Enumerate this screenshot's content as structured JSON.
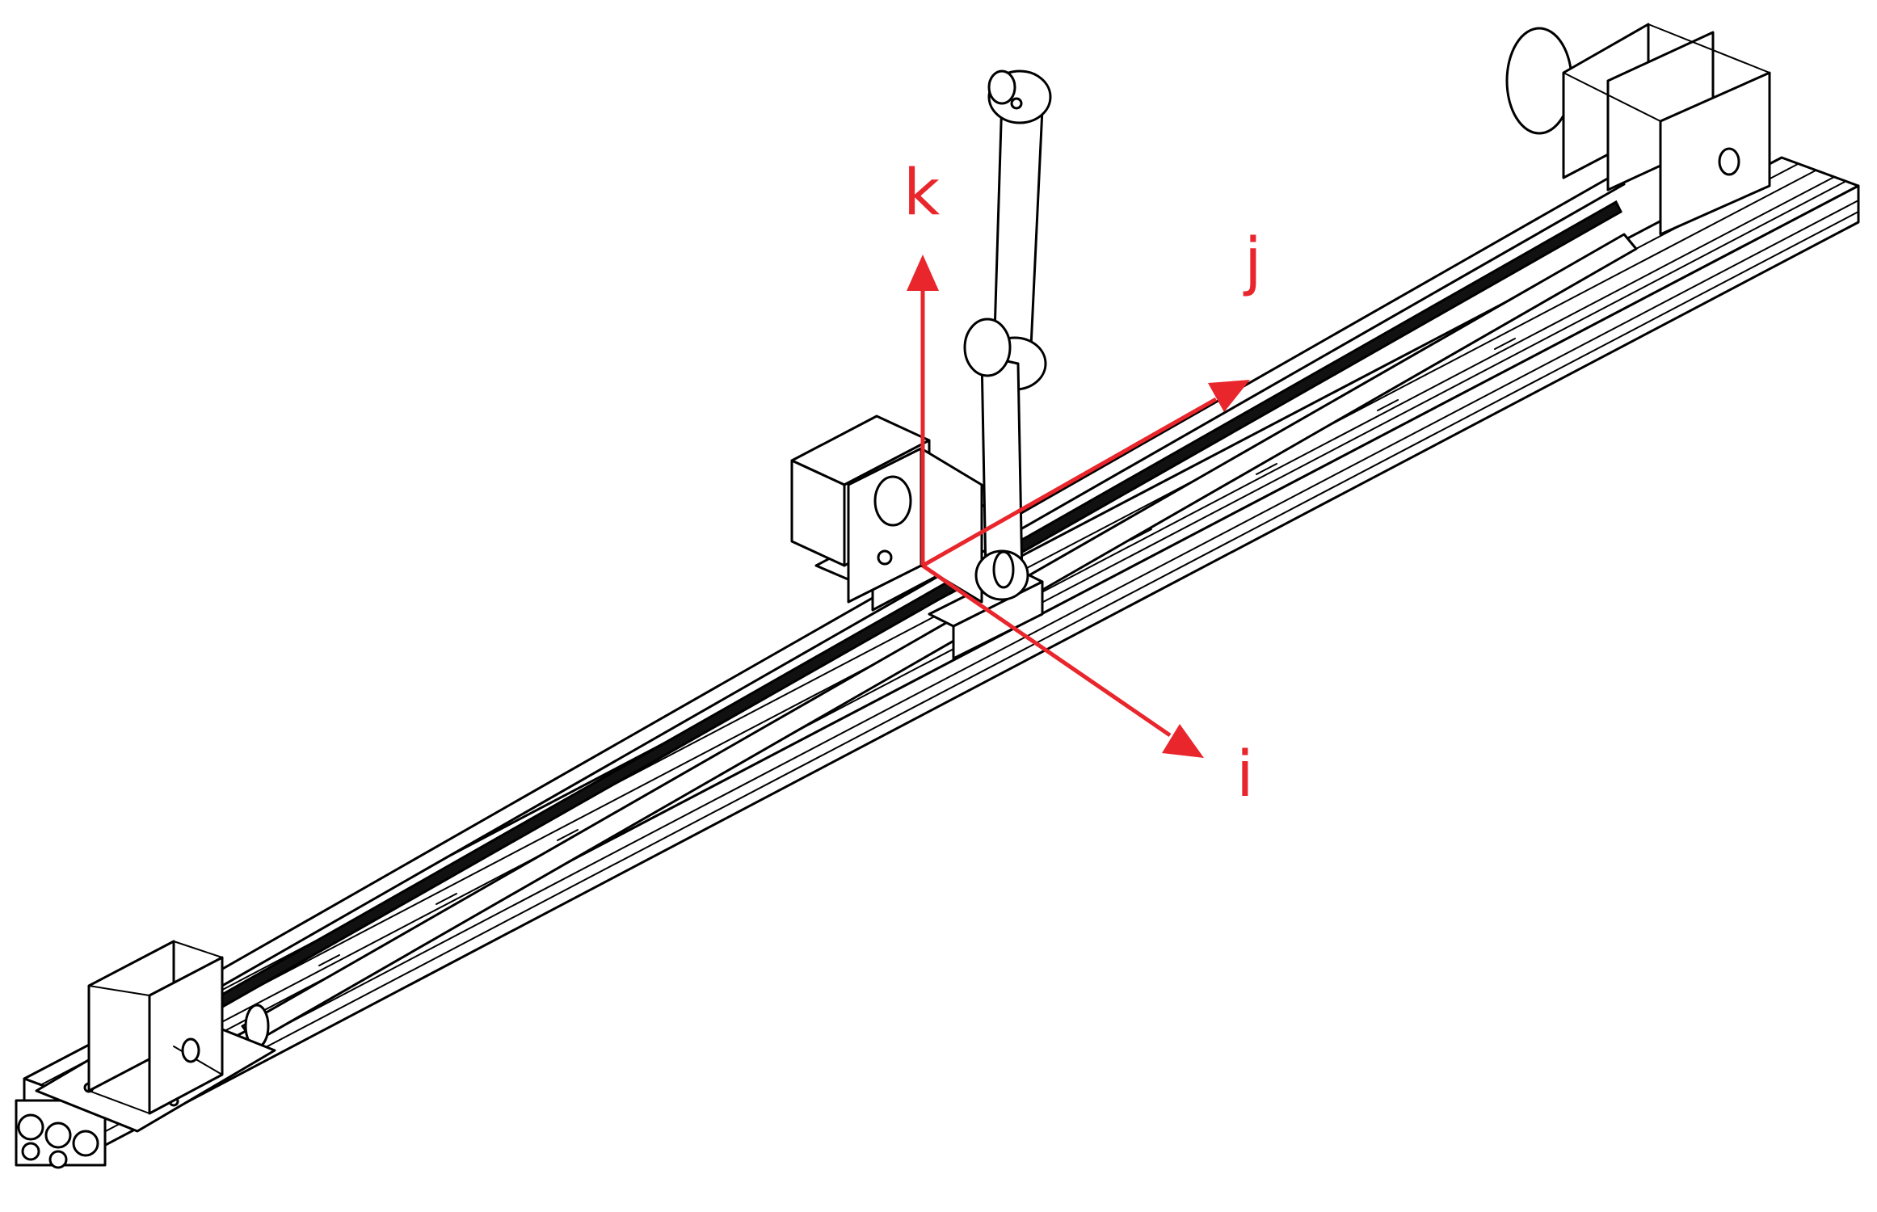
{
  "figure": {
    "accent_color": "#e8262c",
    "line_color": "#000000",
    "background": "#ffffff"
  },
  "axes": {
    "i_label": "i",
    "j_label": "j",
    "k_label": "k"
  }
}
